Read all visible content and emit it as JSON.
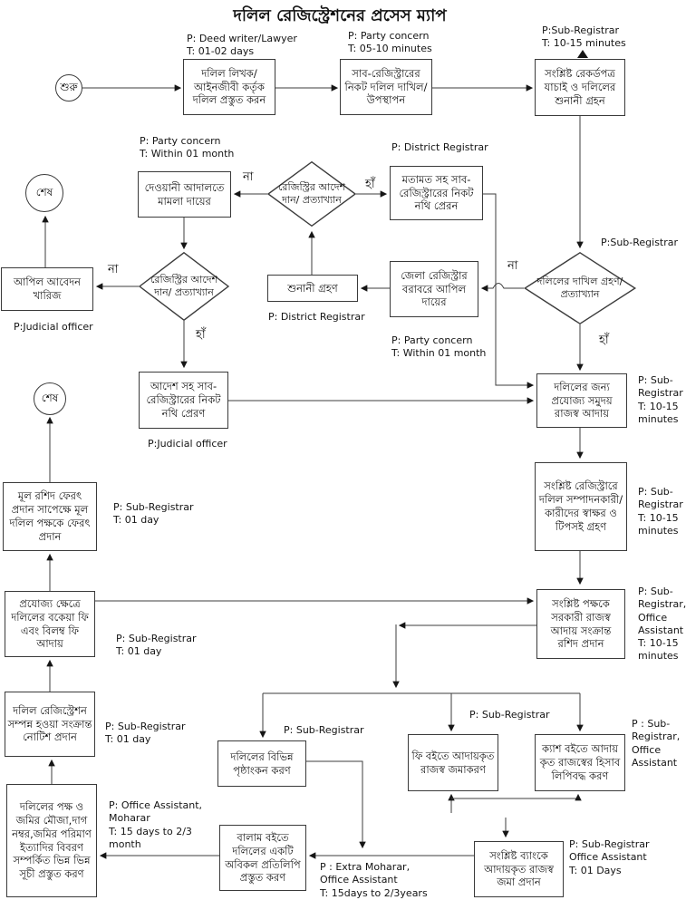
{
  "title": "দলিল রেজিস্ট্রেশনের প্রসেস ম্যাপ",
  "terminals": {
    "start": "শুরু",
    "end": "শেষ"
  },
  "decision_labels": {
    "yes": "হাঁ",
    "no": "না"
  },
  "nodes": {
    "prepare": "দলিল লিখক/ আইনজীবী কর্তৃক দলিল প্রস্তুত করন",
    "submit": "সাব-রেজিস্ট্রারের নিকট দলিল দাখিল/উপস্থাপন",
    "verify": "সংশ্লিষ্ট রেকর্ডপত্র যাচাই ও দলিলের শুনানী গ্রহন",
    "civil_suit": "দেওয়ানী আদালতে মামলা দায়ের",
    "registry_order": "রেজিস্ট্রির আদেশ দান/ প্রত্যাখ্যান",
    "opinion_send": "মতামত সহ সাব-রেজিস্ট্রারের নিকট নথি প্রেরন",
    "appeal_dismiss": "আপিল আবেদন খারিজ",
    "hearing": "শুনানী গ্রহণ",
    "appeal_dr": "জেলা রেজিস্ট্রার বরাবরে আপিল দায়ের",
    "submission_decision": "দলিলের দাখিল গ্রহণ/প্রত্যাখ্যান",
    "order_send": "আদেশ সহ সাব-রেজিস্ট্রারের নিকট নথি প্রেরণ",
    "revenue": "দলিলের জন্য প্রযোজ্য সমুদয় রাজস্ব আদায়",
    "signatures": "সংশ্লিষ্ট রেজিস্ট্রারে দলিল সম্পাদনকারী/ কারীদের স্বাক্ষর ও টিপসই গ্রহণ",
    "receipt": "সংশ্লিষ্ট পক্ষকে সরকারী রাজস্ব আদায় সংক্রান্ত রশিদ প্রদান",
    "return_deed": "মূল রশিদ ফেরৎ প্রদান সাপেক্ষে মূল দলিল পক্ষকে ফেরৎ প্রদান",
    "due_fees": "প্রযোজ্য ক্ষেত্রে দলিলের বকেয়া ফি এবং বিলম্ব ফি আদায়",
    "notice": "দলিল রেজিস্ট্রেশন সম্পন্ন হওয়া সংক্রান্ত নোটিশ প্রদান",
    "indexes": "দলিলের পক্ষ ও জমির মৌজা,দাগ নম্বর,জমির পরিমাণ ইত্যাদির বিবরণ সম্পর্কিত ভিন্ন ভিন্ন সূচী প্রস্তুত করণ",
    "endorsement": "দলিলের বিভিন্ন পৃষ্ঠাংকন করণ",
    "volume_copy": "বালাম বইতে দলিলের একটি অবিকল প্রতিলিপি প্রস্তুত করণ",
    "fee_book": "ফি বইতে আদায়কৃত রাজস্ব জমাকরণ",
    "cash_book": "ক্যাশ বইতে আদায় কৃত রাজস্বের হিসাব লিপিবদ্ধ করণ",
    "bank_deposit": "সংশ্লিষ্ট ব্যাংকে আদায়কৃত রাজস্ব জমা প্রদান"
  },
  "annotations": {
    "a1": "P: Deed writer/Lawyer\nT: 01-02 days",
    "a2": "P: Party concern\nT: 05-10 minutes",
    "a3": "P:Sub-Registrar\nT: 10-15 minutes",
    "a4": "P: Party concern\nT: Within 01 month",
    "a5": "P: District Registrar",
    "a6": "P:Sub-Registrar",
    "a7": "P:Judicial officer",
    "a8": "P: District Registrar",
    "a9": "P: Party concern\nT: Within 01 month",
    "a10": "P:Judicial officer",
    "a11": "P: Sub-\nRegistrar\nT: 10-15\nminutes",
    "a12": "P: Sub-\nRegistrar\nT: 10-15\nminutes",
    "a13": "P: Sub-Registrar\nT: 01 day",
    "a14": "P: Sub-\nRegistrar,\nOffice\nAssistant\nT: 10-15\nminutes",
    "a15": "P: Sub-Registrar\nT: 01 day",
    "a16": "P: Sub-Registrar\nT: 01 day",
    "a17": "P: Sub-Registrar",
    "a18": "P: Sub-Registrar",
    "a19": "P : Sub-\nRegistrar,\nOffice\nAssistant",
    "a20": "P: Office Assistant,\nMoharar\nT: 15 days to 2/3\nmonth",
    "a21": "P : Extra Moharar,\nOffice Assistant\nT: 15days to 2/3years",
    "a22": "P: Sub-Registrar\nOffice Assistant\nT: 01 Days"
  }
}
